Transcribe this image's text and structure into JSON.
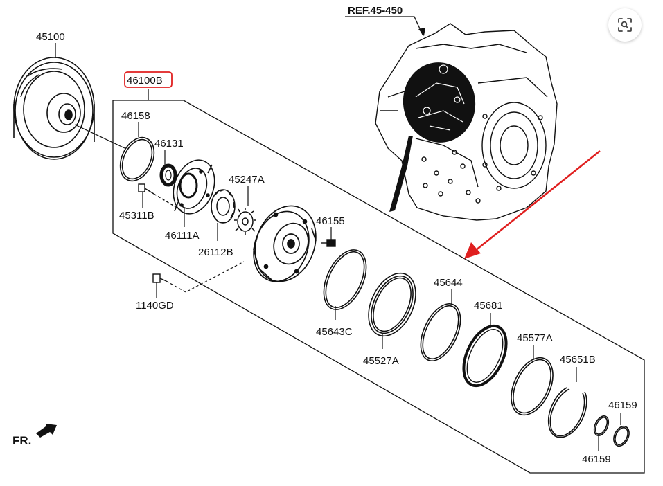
{
  "diagram": {
    "ref_label": "REF.45-450",
    "front_label": "FR.",
    "highlighted_part": "46100B",
    "highlight_color": "#e02020",
    "arrow_color": "#e02020",
    "parts": {
      "p45100": "45100",
      "p46100B": "46100B",
      "p46158": "46158",
      "p46131": "46131",
      "p45311B": "45311B",
      "p45247A": "45247A",
      "p46111A": "46111A",
      "p26112B": "26112B",
      "p46155": "46155",
      "p1140GD": "1140GD",
      "p45643C": "45643C",
      "p45527A": "45527A",
      "p45644": "45644",
      "p45681": "45681",
      "p45577A": "45577A",
      "p45651B": "45651B",
      "p46159a": "46159",
      "p46159b": "46159"
    }
  },
  "toolbar": {
    "lens_icon": "visual-search-icon"
  }
}
